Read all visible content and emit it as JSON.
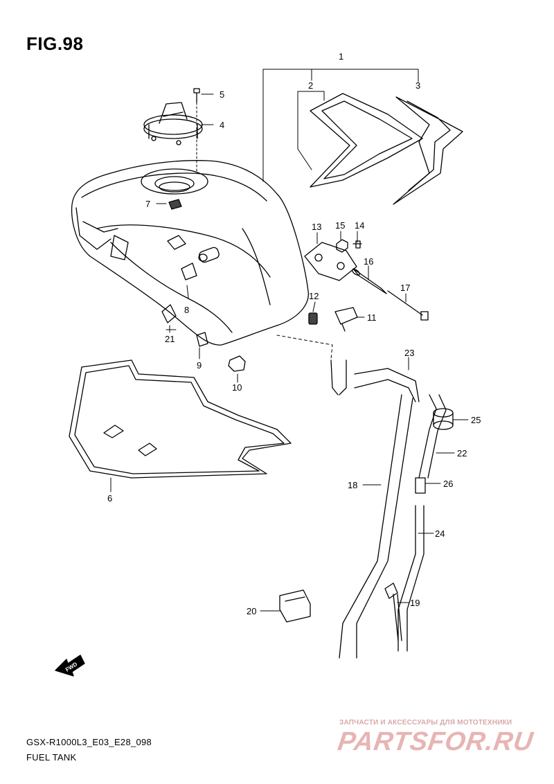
{
  "figure": {
    "title": "FIG.98",
    "model_code": "GSX-R1000L3_E03_E28_098",
    "sheet_name": "FUEL TANK"
  },
  "fwd_arrow": {
    "label": "FWD"
  },
  "callouts": {
    "c1": "1",
    "c2": "2",
    "c3": "3",
    "c4": "4",
    "c5": "5",
    "c6": "6",
    "c7": "7",
    "c8": "8",
    "c9": "9",
    "c10": "10",
    "c11": "11",
    "c12": "12",
    "c13": "13",
    "c14": "14",
    "c15": "15",
    "c16": "16",
    "c17": "17",
    "c18": "18",
    "c19": "19",
    "c20": "20",
    "c21": "21",
    "c22": "22",
    "c23": "23",
    "c24": "24",
    "c25": "25",
    "c26": "26"
  },
  "watermark": {
    "tagline": "ЗАПЧАСТИ И АКСЕССУАРЫ ДЛЯ МОТОТЕХНИКИ",
    "logo": "PARTSFOR.RU",
    "color": "#e8b4b4"
  }
}
